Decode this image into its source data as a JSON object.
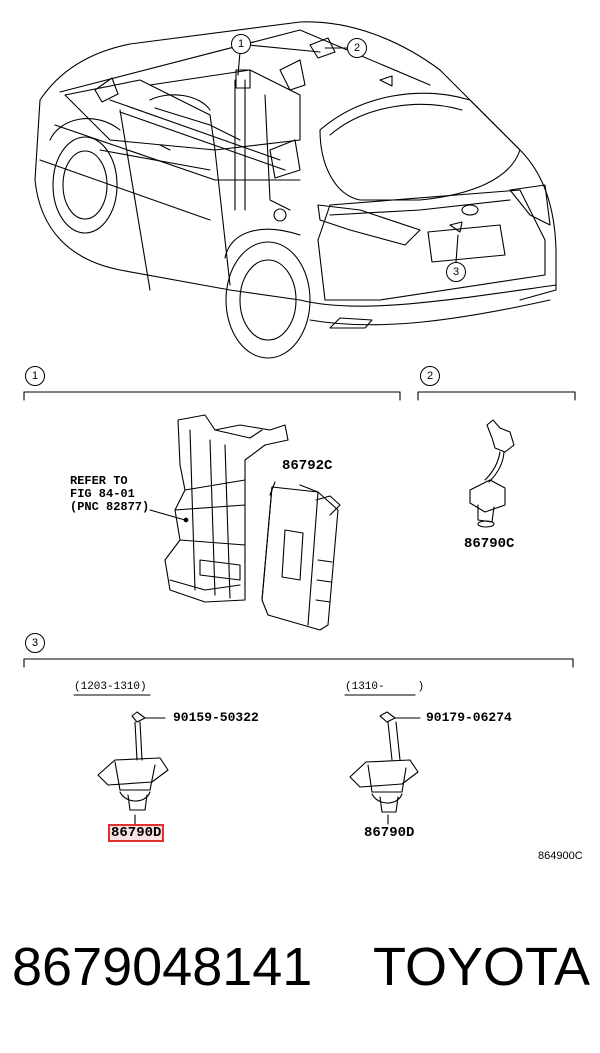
{
  "diagram": {
    "callouts": {
      "c1": "1",
      "c2": "2",
      "c3": "3"
    },
    "section1": {
      "marker": "1",
      "refer_note": "REFER TO\nFIG 84-01\n(PNC 82877)",
      "part_ecu": "86792C"
    },
    "section2": {
      "marker": "2",
      "part_camera_front": "86790C"
    },
    "section3": {
      "marker": "3",
      "left": {
        "range": "(1203-1310)",
        "screw": "90159-50322",
        "camera": "86790D"
      },
      "right": {
        "range": "(1310-     )",
        "screw": "90179-06274",
        "camera": "86790D"
      }
    },
    "figure_code": "864900C"
  },
  "footer": {
    "part_number": "8679048141",
    "brand": "TOYOTA"
  },
  "colors": {
    "highlight": "#e03030",
    "line": "#000000"
  }
}
